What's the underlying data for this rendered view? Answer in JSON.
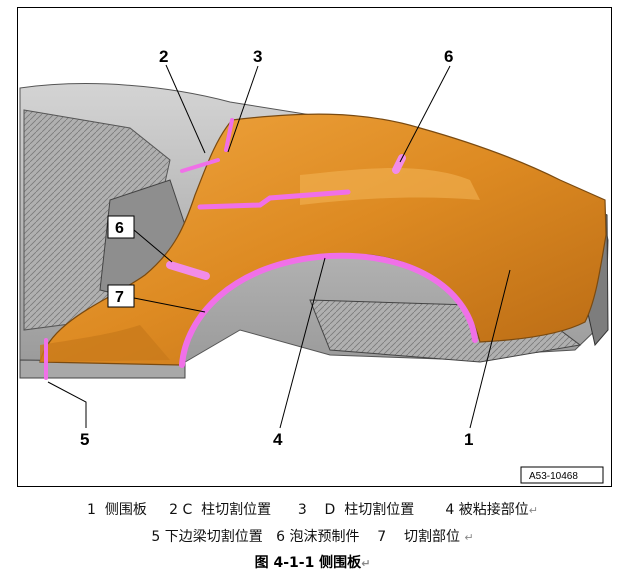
{
  "callouts": {
    "c1": "1",
    "c2": "2",
    "c3": "3",
    "c4": "4",
    "c5": "5",
    "c6_top": "6",
    "c6_side": "6",
    "c7": "7"
  },
  "reference_code": "A53-10468",
  "caption": {
    "line1": "1  侧围板     2 C  柱切割位置      3    D  柱切割位置       4 被粘接部位",
    "line2": "5 下边梁切割位置   6 泡沫预制件    7    切割部位",
    "para_mark": "↵"
  },
  "figure_title": "图 4-1-1 侧围板",
  "colors": {
    "panel_orange": "#e2932b",
    "cut_line_magenta": "#f070e8",
    "body_gray": "#b9b9b9",
    "frame": "#000000"
  }
}
